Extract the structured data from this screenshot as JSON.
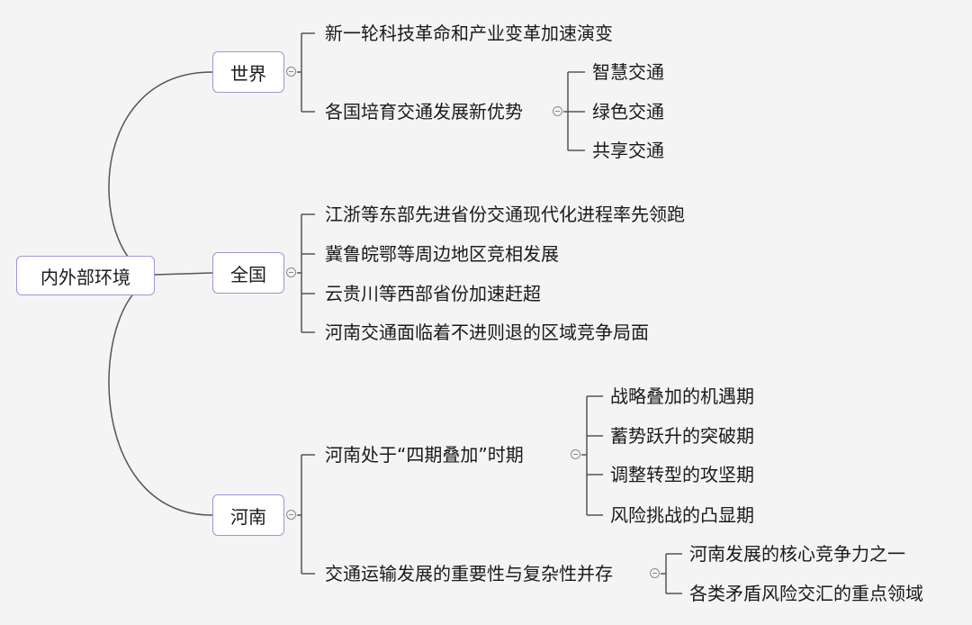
{
  "root": {
    "label": "内外部环境"
  },
  "branches": [
    {
      "label": "世界",
      "children": [
        {
          "label": "新一轮科技革命和产业变革加速演变"
        },
        {
          "label": "各国培育交通发展新优势",
          "children": [
            {
              "label": "智慧交通"
            },
            {
              "label": "绿色交通"
            },
            {
              "label": "共享交通"
            }
          ]
        }
      ]
    },
    {
      "label": "全国",
      "children": [
        {
          "label": "江浙等东部先进省份交通现代化进程率先领跑"
        },
        {
          "label": "冀鲁皖鄂等周边地区竞相发展"
        },
        {
          "label": "云贵川等西部省份加速赶超"
        },
        {
          "label": "河南交通面临着不进则退的区域竞争局面"
        }
      ]
    },
    {
      "label": "河南",
      "children": [
        {
          "label": "河南处于“四期叠加”时期",
          "children": [
            {
              "label": "战略叠加的机遇期"
            },
            {
              "label": "蓄势跃升的突破期"
            },
            {
              "label": "调整转型的攻坚期"
            },
            {
              "label": "风险挑战的凸显期"
            }
          ]
        },
        {
          "label": "交通运输发展的重要性与复杂性并存",
          "children": [
            {
              "label": "河南发展的核心竞争力之一"
            },
            {
              "label": "各类矛盾风险交汇的重点领域"
            }
          ]
        }
      ]
    }
  ]
}
